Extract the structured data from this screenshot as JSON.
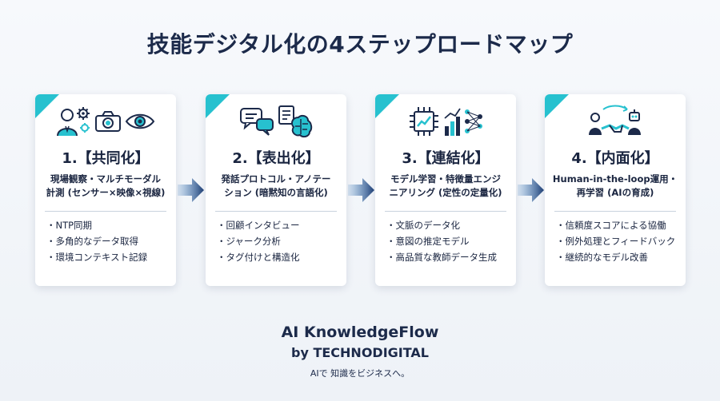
{
  "title": "技能デジタル化の4ステップロードマップ",
  "steps": [
    {
      "title": "1.【共同化】",
      "desc_line1": "現場観察・マルチモーダル",
      "desc_line2": "計測 (センサー×映像×視線)",
      "bullets": [
        "・NTP同期",
        "・多角的なデータ取得",
        "・環境コンテキスト記録"
      ],
      "icons": [
        "person-gear-icon",
        "camera-icon",
        "eye-icon"
      ]
    },
    {
      "title": "2.【表出化】",
      "desc_line1": "発話プロトコル・アノテー",
      "desc_line2": "ション (暗黙知の言語化)",
      "bullets": [
        "・回顧インタビュー",
        "・ジャーク分析",
        "・タグ付けと構造化"
      ],
      "icons": [
        "speech-bubbles-icon",
        "document-brain-icon"
      ]
    },
    {
      "title": "3.【連結化】",
      "desc_line1": "モデル学習・特徴量エンジ",
      "desc_line2": "ニアリング (定性の定量化)",
      "bullets": [
        "・文脈のデータ化",
        "・意図の推定モデル",
        "・高品質な教師データ生成"
      ],
      "icons": [
        "chip-chart-icon",
        "bar-chart-network-icon"
      ]
    },
    {
      "title": "4.【内面化】",
      "desc_line1": "Human-in-the-loop運用・",
      "desc_line2": "再学習 (AIの育成)",
      "bullets": [
        "・信頼度スコアによる協働",
        "・例外処理とフィードバック",
        "・継続的なモデル改善"
      ],
      "icons": [
        "human-robot-handshake-icon"
      ]
    }
  ],
  "footer": {
    "brand": "AI KnowledgeFlow",
    "by": "by TECHNODIGITAL",
    "tagline": "AIで 知識をビジネスへ。"
  },
  "colors": {
    "accent_cyan": "#27c1cf",
    "navy": "#1c2a4a",
    "arrow_dark": "#1f3f75",
    "arrow_light": "#3a7dc0"
  }
}
